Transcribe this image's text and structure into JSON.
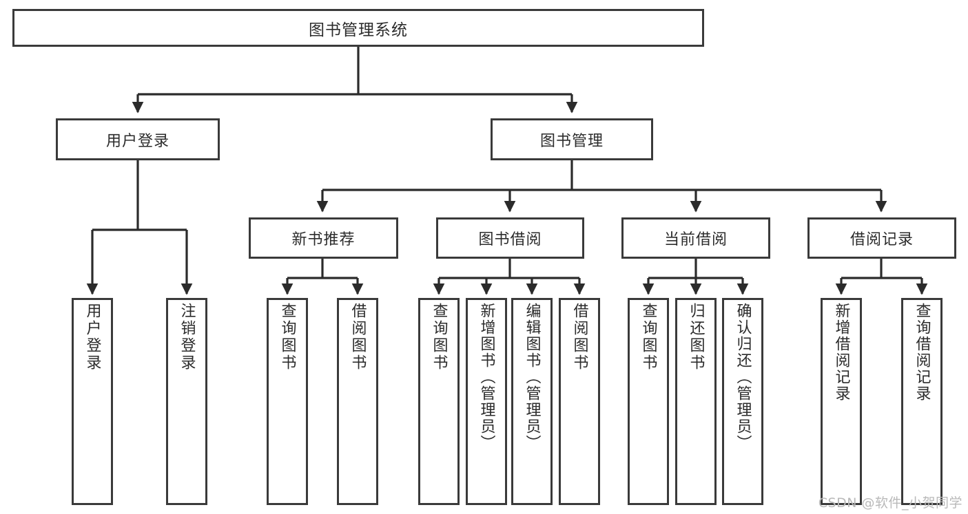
{
  "diagram": {
    "type": "tree",
    "title": "图书管理系统",
    "root": {
      "label": "图书管理系统"
    },
    "level1": [
      {
        "label": "用户登录"
      },
      {
        "label": "图书管理"
      }
    ],
    "level2": [
      {
        "label": "新书推荐"
      },
      {
        "label": "图书借阅"
      },
      {
        "label": "当前借阅"
      },
      {
        "label": "借阅记录"
      }
    ],
    "leaves": {
      "user_login": [
        {
          "label": "用户登录"
        },
        {
          "label": "注销登录"
        }
      ],
      "new_book": [
        {
          "label": "查询图书"
        },
        {
          "label": "借阅图书"
        }
      ],
      "book_borrow": [
        {
          "label": "查询图书"
        },
        {
          "label": "新增图书（管理员）"
        },
        {
          "label": "编辑图书（管理员）"
        },
        {
          "label": "借阅图书"
        }
      ],
      "current_borrow": [
        {
          "label": "查询图书"
        },
        {
          "label": "归还图书"
        },
        {
          "label": "确认归还（管理员）"
        }
      ],
      "borrow_record": [
        {
          "label": "新增借阅记录"
        },
        {
          "label": "查询借阅记录"
        }
      ]
    }
  },
  "watermark": {
    "text": "CSDN @软件_小贺同学"
  },
  "colors": {
    "box_border": "#3a3a3a",
    "box_fill": "#ffffff",
    "text": "#2b2b2b",
    "connector": "#2b2b2b",
    "watermark": "#b9b9b9"
  }
}
